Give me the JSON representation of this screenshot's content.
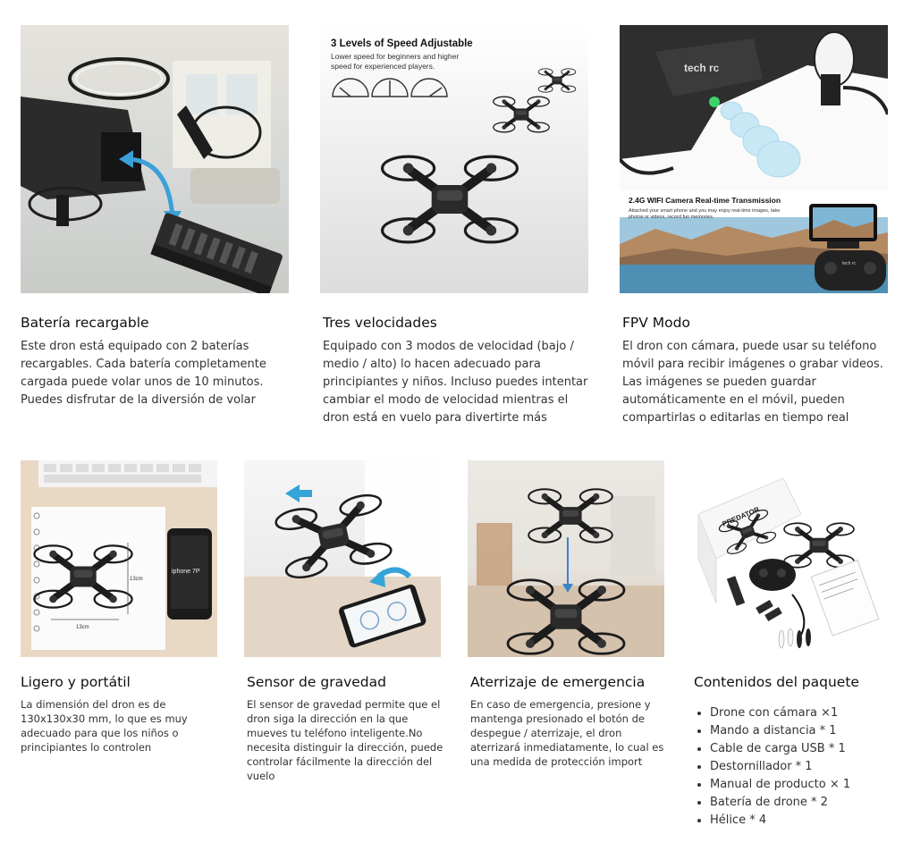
{
  "row1": [
    {
      "title": "Batería recargable",
      "desc": "Este dron está equipado con 2 baterías recargables. Cada batería completamente cargada puede volar unos de 10 minutos. Puedes disfrutar de la diversión de volar"
    },
    {
      "title": "Tres velocidades",
      "desc": "Equipado con 3 modos de velocidad (bajo / medio / alto) lo hacen adecuado para principiantes y niños. Incluso puedes intentar cambiar el modo de velocidad mientras el dron está en vuelo para divertirte más",
      "image_heading": "3 Levels of Speed Adjustable",
      "image_sub1": "Lower speed for beginners and higher",
      "image_sub2": "speed for experienced players."
    },
    {
      "title": "FPV Modo",
      "desc": "El dron con cámara, puede usar su teléfono móvil para recibir imágenes o grabar videos. Las imágenes se pueden guardar automáticamente en el móvil, pueden compartirlas o editarlas en tiempo real",
      "image_brand": "tech rc",
      "image_heading": "2.4G WIFI Camera Real-time Transmission",
      "image_sub1": "Attached your smart phone and you may enjoy real-time images, take",
      "image_sub2": "photos or videos, record fun memories."
    }
  ],
  "row2": [
    {
      "title": "Ligero y portátil",
      "desc": "La dimensión del dron es de 130x130x30 mm, lo que es muy adecuado para que los niños o principiantes lo controlen",
      "image_phone": "iphone 7P",
      "image_dim_h": "13cm",
      "image_dim_w": "13cm"
    },
    {
      "title": "Sensor de gravedad",
      "desc": "El sensor de gravedad permite que el dron siga la dirección en la que mueves tu teléfono inteligente.No necesita distinguir la dirección, puede controlar fácilmente la dirección del vuelo"
    },
    {
      "title": "Aterrizaje de emergencia",
      "desc": "En caso de emergencia, presione y mantenga presionado el botón de despegue / aterrizaje, el dron aterrizará inmediatamente, lo cual es una medida de protección import"
    },
    {
      "title": "Contenidos del paquete",
      "image_box": "PREDATOR",
      "items": [
        "Drone con cámara ×1",
        "Mando a distancia * 1",
        "Cable de carga USB * 1",
        "Destornillador * 1",
        "Manual de producto × 1",
        "Batería de drone * 2",
        "Hélice * 4"
      ]
    }
  ]
}
